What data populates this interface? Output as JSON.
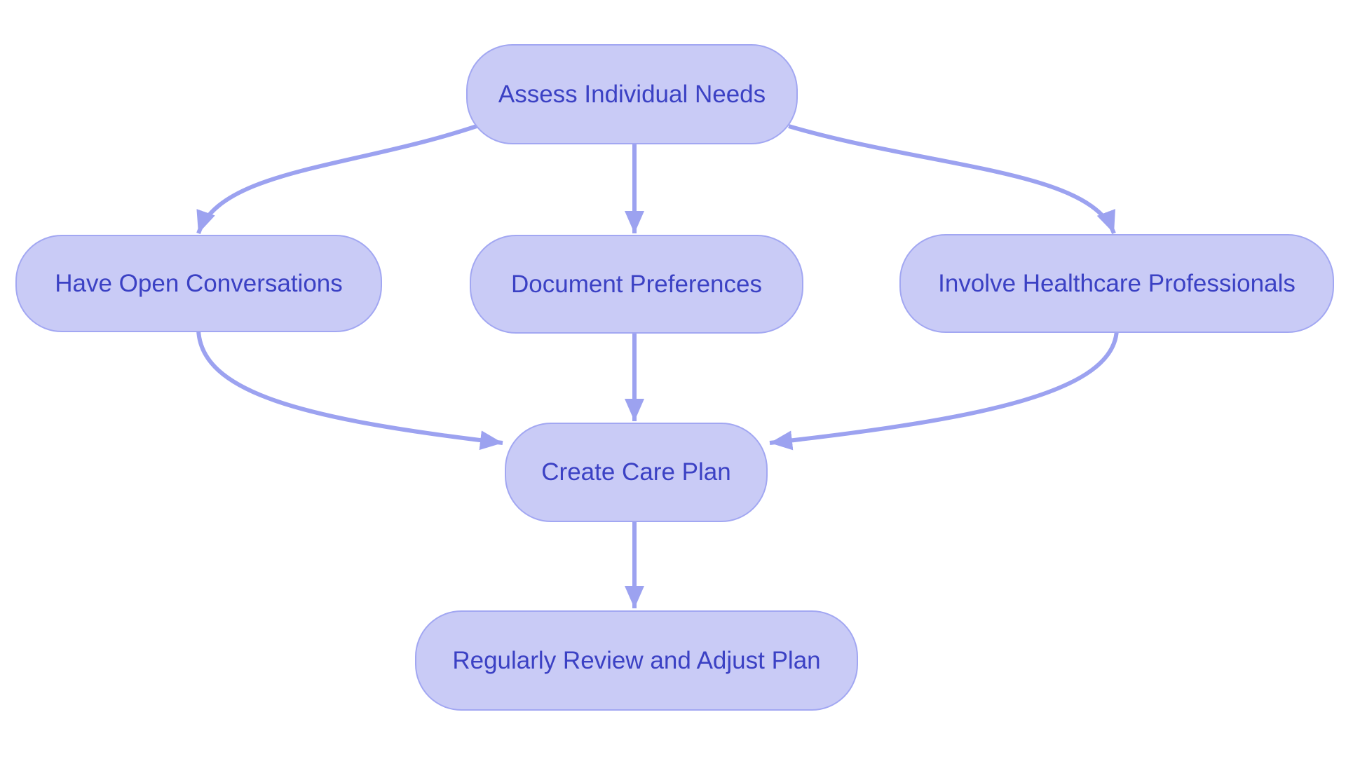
{
  "diagram": {
    "type": "flowchart",
    "direction": "top-down",
    "background": "#ffffff",
    "colors": {
      "node_fill": "#c9cbf6",
      "node_border": "#a2a7f2",
      "node_text": "#3b41c4",
      "edge": "#9ca2f0"
    },
    "nodes": [
      {
        "id": "assess",
        "label": "Assess Individual Needs"
      },
      {
        "id": "conversations",
        "label": "Have Open Conversations"
      },
      {
        "id": "document",
        "label": "Document Preferences"
      },
      {
        "id": "involve",
        "label": "Involve Healthcare Professionals"
      },
      {
        "id": "create",
        "label": "Create Care Plan"
      },
      {
        "id": "review",
        "label": "Regularly Review and Adjust Plan"
      }
    ],
    "edges": [
      {
        "from": "assess",
        "to": "conversations"
      },
      {
        "from": "assess",
        "to": "document"
      },
      {
        "from": "assess",
        "to": "involve"
      },
      {
        "from": "conversations",
        "to": "create"
      },
      {
        "from": "document",
        "to": "create"
      },
      {
        "from": "involve",
        "to": "create"
      },
      {
        "from": "create",
        "to": "review"
      }
    ]
  }
}
